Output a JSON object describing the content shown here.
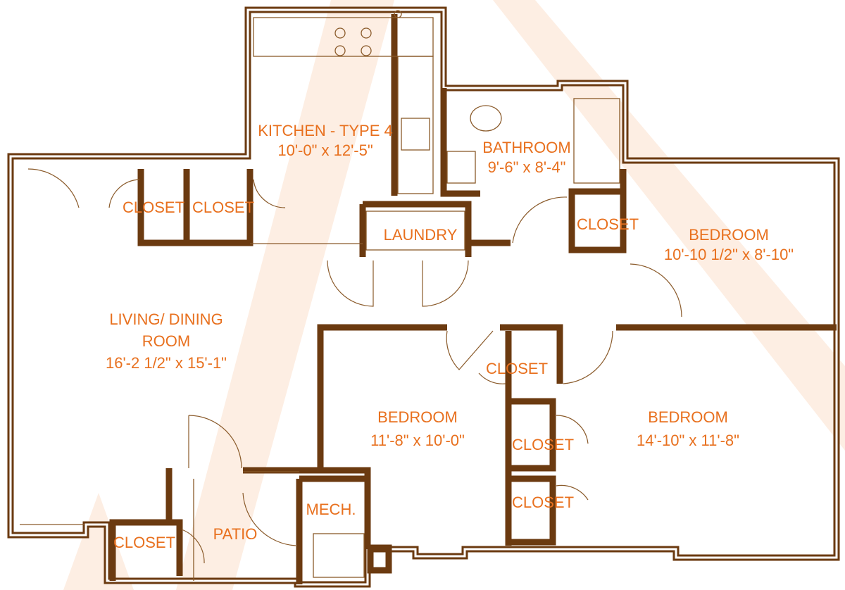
{
  "colors": {
    "wall": "#6b3a10",
    "label": "#e8701e",
    "background_shape": "#fdeee3"
  },
  "rooms": {
    "kitchen": {
      "name": "KITCHEN - TYPE 4",
      "dims": "10'-0\" x 12'-5\""
    },
    "bathroom": {
      "name": "BATHROOM",
      "dims": "9'-6\" x 8'-4\""
    },
    "laundry": {
      "name": "LAUNDRY"
    },
    "living": {
      "name_line1": "LIVING/ DINING",
      "name_line2": "ROOM",
      "dims": "16'-2 1/2\" x 15'-1\""
    },
    "bedroom_ne": {
      "name": "BEDROOM",
      "dims": "10'-10 1/2\" x 8'-10\""
    },
    "bedroom_center": {
      "name": "BEDROOM",
      "dims": "11'-8\" x 10'-0\""
    },
    "bedroom_se": {
      "name": "BEDROOM",
      "dims": "14'-10\" x 11'-8\""
    },
    "patio": {
      "name": "PATIO"
    },
    "mech": {
      "name": "MECH."
    },
    "closets": [
      "CLOSET",
      "CLOSET",
      "CLOSET",
      "CLOSET",
      "CLOSET",
      "CLOSET",
      "CLOSET"
    ]
  }
}
